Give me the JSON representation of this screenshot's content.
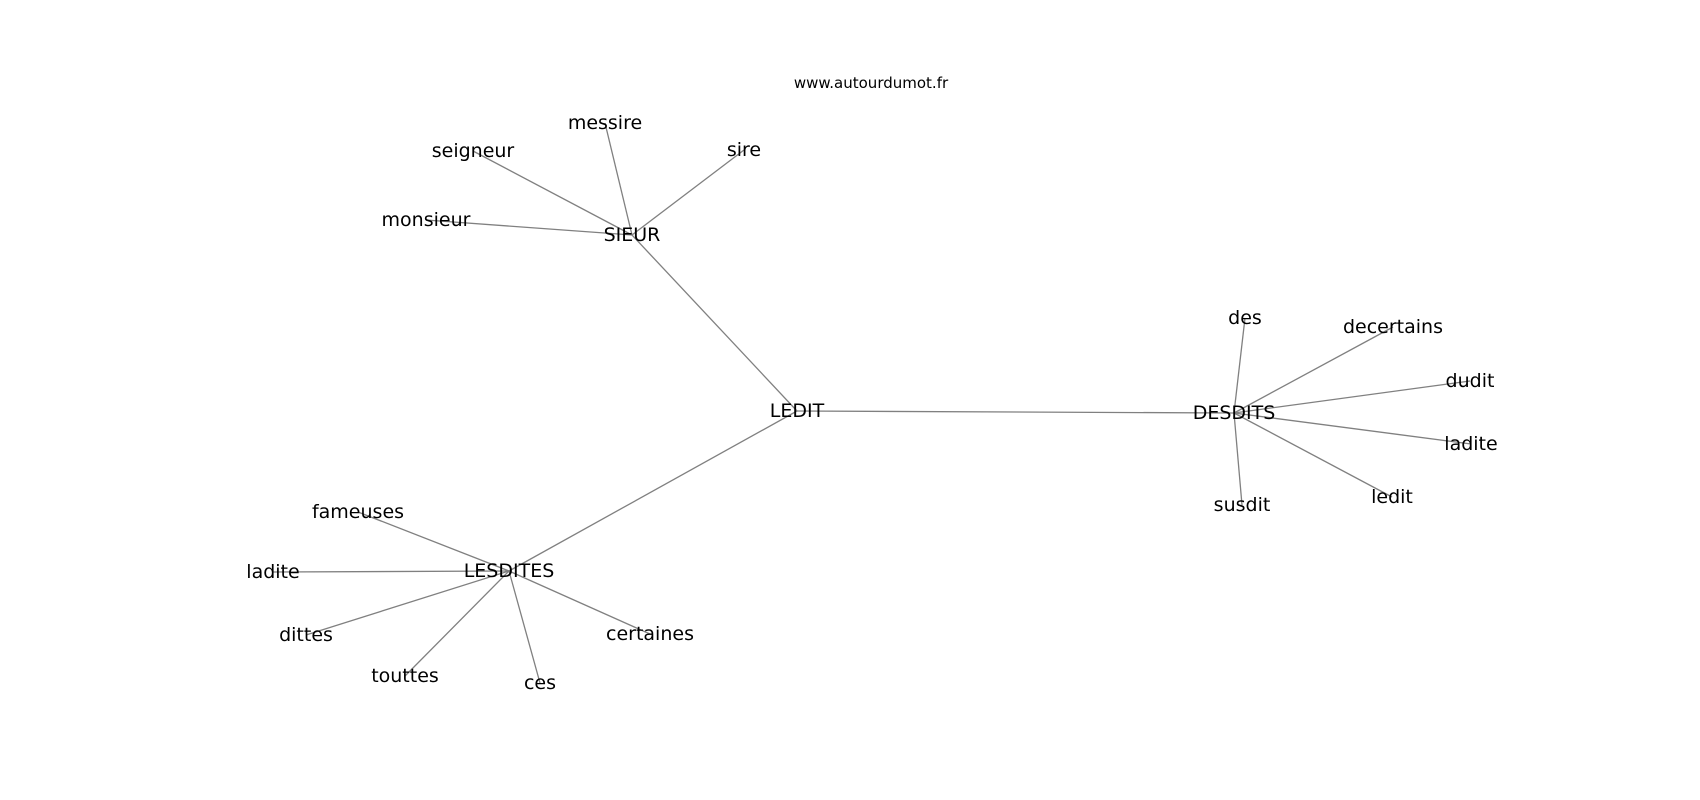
{
  "header": {
    "site": "www.autourdumot.fr"
  },
  "graph": {
    "center": "LEDIT",
    "hubs": [
      {
        "id": "sieur",
        "label": "SIEUR",
        "leaves": [
          {
            "id": "messire",
            "label": "messire"
          },
          {
            "id": "seigneur",
            "label": "seigneur"
          },
          {
            "id": "sire",
            "label": "sire"
          },
          {
            "id": "monsieur",
            "label": "monsieur"
          }
        ]
      },
      {
        "id": "desdits",
        "label": "DESDITS",
        "leaves": [
          {
            "id": "des",
            "label": "des"
          },
          {
            "id": "decertains",
            "label": "decertains"
          },
          {
            "id": "dudit",
            "label": "dudit"
          },
          {
            "id": "ladite-right",
            "label": "ladite"
          },
          {
            "id": "ledit",
            "label": "ledit"
          },
          {
            "id": "susdit",
            "label": "susdit"
          }
        ]
      },
      {
        "id": "lesdites",
        "label": "LESDITES",
        "leaves": [
          {
            "id": "fameuses",
            "label": "fameuses"
          },
          {
            "id": "ladite-left",
            "label": "ladite"
          },
          {
            "id": "dittes",
            "label": "dittes"
          },
          {
            "id": "touttes",
            "label": "touttes"
          },
          {
            "id": "ces",
            "label": "ces"
          },
          {
            "id": "certaines",
            "label": "certaines"
          }
        ]
      }
    ]
  }
}
